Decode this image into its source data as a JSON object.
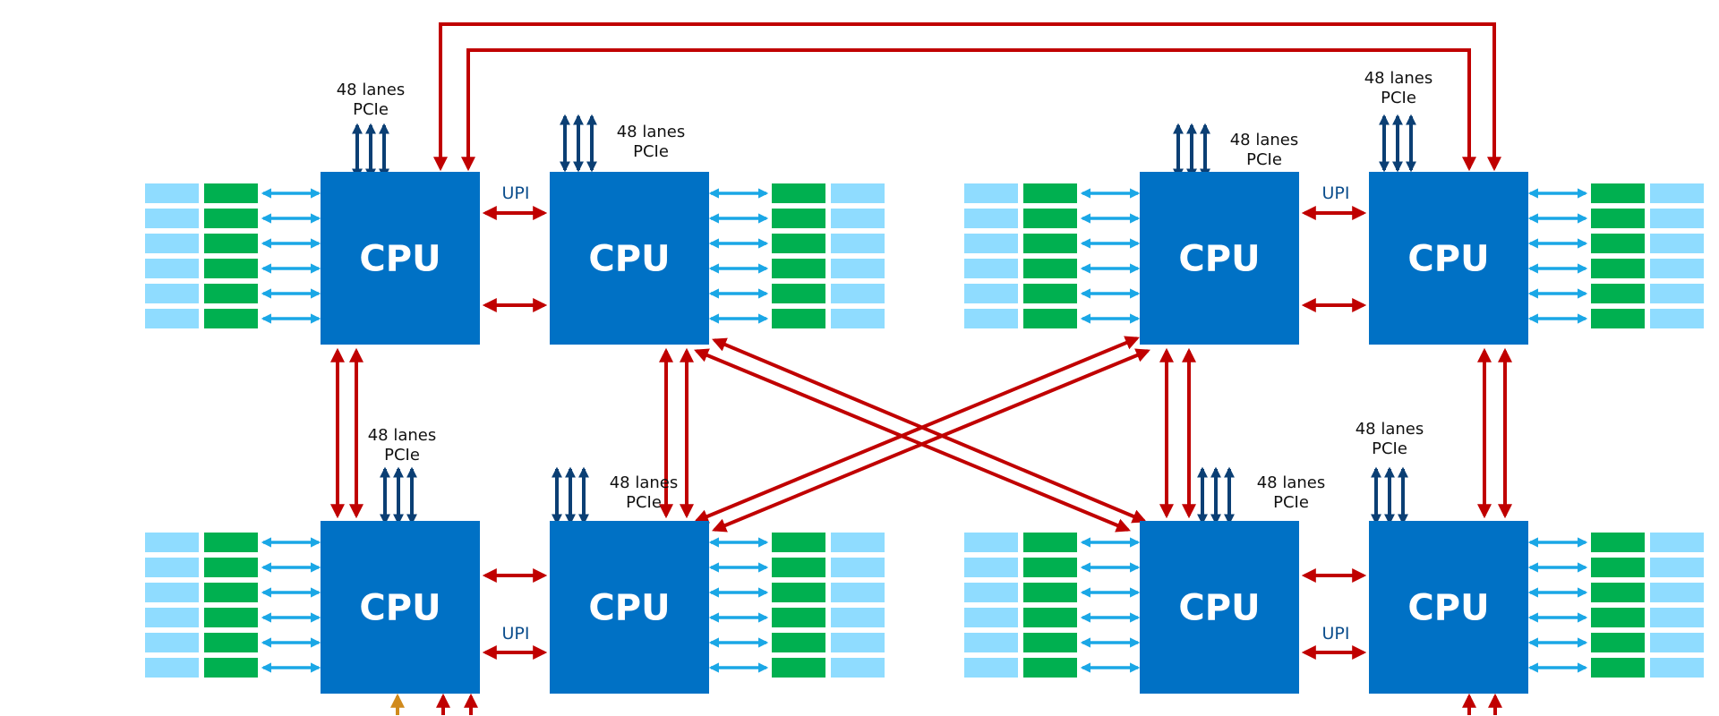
{
  "diagram": {
    "cpu_label": "CPU",
    "pcie_lines": [
      "48 lanes",
      "PCIe"
    ],
    "upi_label": "UPI"
  },
  "colors": {
    "cpu_fill": "#0071c5",
    "upi_link": "#c00000",
    "pcie_arrow": "#0b3f74",
    "memory_link": "#1aa7e6",
    "dimm_green": "#00b050",
    "dimm_light": "#8fdcff",
    "io_link": "#d08a1c",
    "upi_text": "#0b4d8c"
  },
  "icons": [
    "cpu-chip-icon",
    "double-arrow-icon",
    "pcie-up-down-arrow-icon",
    "memory-dimm-icon"
  ]
}
